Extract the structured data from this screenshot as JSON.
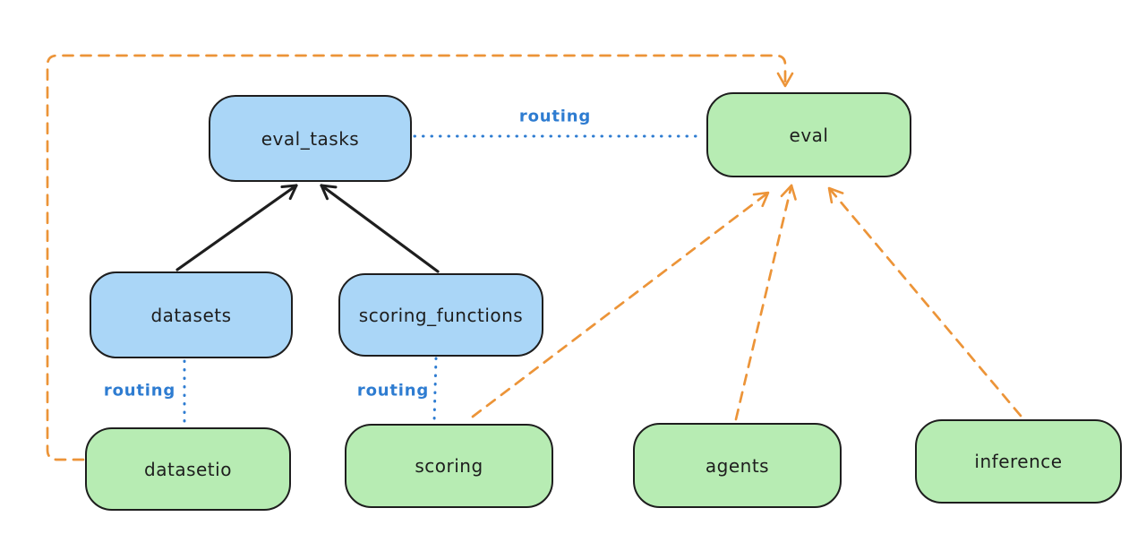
{
  "diagram": {
    "nodes": [
      {
        "id": "eval_tasks",
        "label": "eval_tasks",
        "color": "blue"
      },
      {
        "id": "eval",
        "label": "eval",
        "color": "green"
      },
      {
        "id": "datasets",
        "label": "datasets",
        "color": "blue"
      },
      {
        "id": "scoring_functions",
        "label": "scoring_functions",
        "color": "blue"
      },
      {
        "id": "datasetio",
        "label": "datasetio",
        "color": "green"
      },
      {
        "id": "scoring",
        "label": "scoring",
        "color": "green"
      },
      {
        "id": "agents",
        "label": "agents",
        "color": "green"
      },
      {
        "id": "inference",
        "label": "inference",
        "color": "green"
      }
    ],
    "edge_labels": [
      {
        "id": "routing-eval-tasks-to-eval",
        "label": "routing"
      },
      {
        "id": "routing-datasets-to-datasetio",
        "label": "routing"
      },
      {
        "id": "routing-scoring-functions-to-scoring",
        "label": "routing"
      }
    ],
    "edges": [
      {
        "from": "datasets",
        "to": "eval_tasks",
        "style": "solid-black-arrow"
      },
      {
        "from": "scoring_functions",
        "to": "eval_tasks",
        "style": "solid-black-arrow"
      },
      {
        "from": "eval_tasks",
        "to": "eval",
        "style": "dotted-blue",
        "label": "routing"
      },
      {
        "from": "datasets",
        "to": "datasetio",
        "style": "dotted-blue",
        "label": "routing"
      },
      {
        "from": "scoring_functions",
        "to": "scoring",
        "style": "dotted-blue",
        "label": "routing"
      },
      {
        "from": "datasetio",
        "to": "eval",
        "style": "dashed-orange-arrow"
      },
      {
        "from": "scoring",
        "to": "eval",
        "style": "dashed-orange-arrow"
      },
      {
        "from": "agents",
        "to": "eval",
        "style": "dashed-orange-arrow"
      },
      {
        "from": "inference",
        "to": "eval",
        "style": "dashed-orange-arrow"
      }
    ],
    "colors": {
      "blue_fill": "#aad6f7",
      "green_fill": "#b7ecb3",
      "node_stroke": "#1e1e1e",
      "routing_blue": "#2e7cd1",
      "provider_orange": "#ec9438",
      "background": "#ffffff"
    }
  }
}
